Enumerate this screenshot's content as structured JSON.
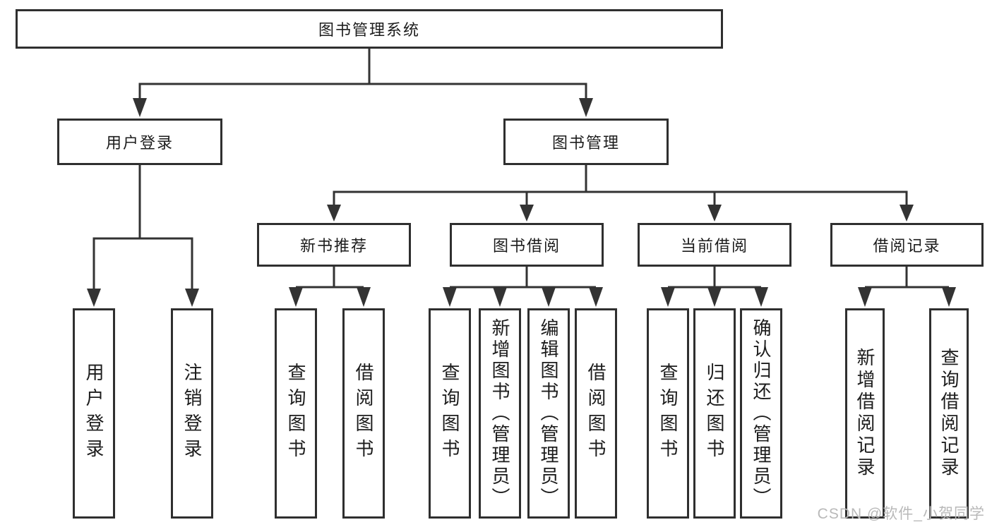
{
  "diagram": {
    "root": {
      "label": "图书管理系统"
    },
    "branches": [
      {
        "label": "用户登录",
        "children": [
          {
            "label": "用户登录"
          },
          {
            "label": "注销登录"
          }
        ]
      },
      {
        "label": "图书管理",
        "children": [
          {
            "label": "新书推荐",
            "children": [
              {
                "label": "查询图书"
              },
              {
                "label": "借阅图书"
              }
            ]
          },
          {
            "label": "图书借阅",
            "children": [
              {
                "label": "查询图书"
              },
              {
                "label": "新增图书（管理员）"
              },
              {
                "label": "编辑图书（管理员）"
              },
              {
                "label": "借阅图书"
              }
            ]
          },
          {
            "label": "当前借阅",
            "children": [
              {
                "label": "查询图书"
              },
              {
                "label": "归还图书"
              },
              {
                "label": "确认归还（管理员）"
              }
            ]
          },
          {
            "label": "借阅记录",
            "children": [
              {
                "label": "新增借阅记录"
              },
              {
                "label": "查询借阅记录"
              }
            ]
          }
        ]
      }
    ]
  },
  "watermark": {
    "text": "CSDN @软件_小贺同学"
  },
  "colors": {
    "line": "#333333",
    "box_border": "#2f2f2f",
    "box_fill": "#ffffff",
    "text": "#1c1c1c",
    "watermark": "#b9b9b9",
    "background": "#ffffff"
  }
}
